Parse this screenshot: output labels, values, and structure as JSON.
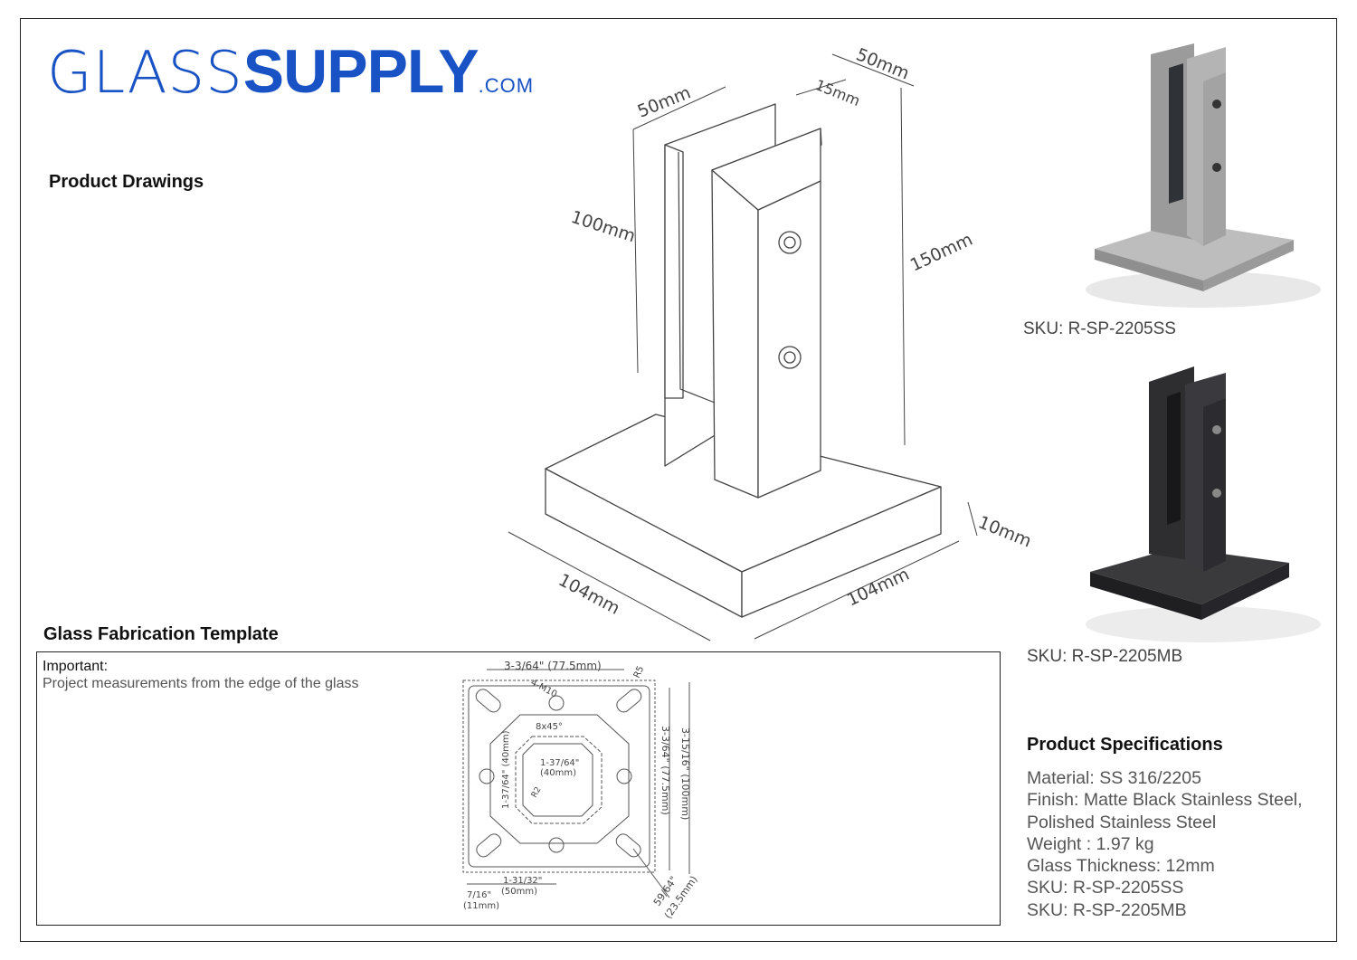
{
  "brand": {
    "logo_thin": "GLASS",
    "logo_bold": "SUPPLY",
    "logo_suffix": ".COM"
  },
  "sections": {
    "drawings_title": "Product Drawings",
    "template_title": "Glass Fabrication Template",
    "specs_title": "Product Specifications"
  },
  "drawing_dims": {
    "top_width": "50mm",
    "top_depth": "50mm",
    "slot": "15mm",
    "slot_height": "100mm",
    "total_height": "150mm",
    "base_thickness": "10mm",
    "base_left": "104mm",
    "base_right": "104mm"
  },
  "template": {
    "important_title": "Important:",
    "important_text": "Project measurements from the edge of the glass",
    "dims": {
      "top": "3-3/64\" (77.5mm)",
      "r5": "R5",
      "m10": "4-M10",
      "chamfer": "8x45°",
      "inner": "1-37/64\"",
      "inner_mm": "(40mm)",
      "left_vert": "1-37/64\" (40mm)",
      "r2": "R2",
      "right1": "3-3/64\" (77.5mm)",
      "right2": "3-15/16\" (100mm)",
      "bottom_a": "7/16\"",
      "bottom_a_mm": "(11mm)",
      "bottom_b": "1-31/32\"",
      "bottom_b_mm": "(50mm)",
      "diag": "59/64\"",
      "diag_mm": "(23.5mm)"
    }
  },
  "products": {
    "sku1": "SKU: R-SP-2205SS",
    "sku2": "SKU: R-SP-2205MB"
  },
  "specs": [
    "Material: SS 316/2205",
    "Finish: Matte Black Stainless Steel,",
    "Polished Stainless Steel",
    "Weight : 1.97 kg",
    "Glass Thickness: 12mm",
    "SKU: R-SP-2205SS",
    "SKU: R-SP-2205MB"
  ],
  "colors": {
    "brand_blue": "#1852c4",
    "steel": "#a9a9a9",
    "matte_black": "#2a2a2c"
  }
}
